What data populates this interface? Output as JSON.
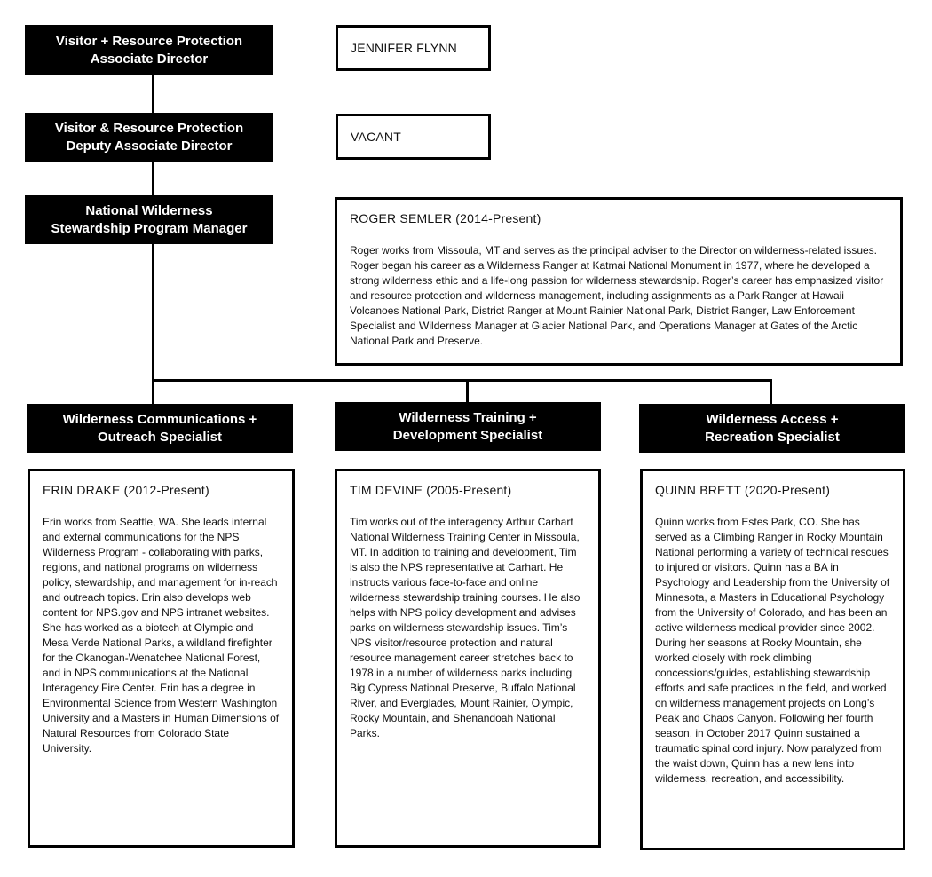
{
  "org_chart": {
    "colors": {
      "node_fill": "#000000",
      "node_text": "#ffffff",
      "box_border": "#000000",
      "background": "#ffffff"
    },
    "nodes": {
      "associate_director": {
        "role_lines": [
          "Visitor + Resource Protection",
          "Associate Director"
        ],
        "person": "JENNIFER FLYNN"
      },
      "deputy_associate_director": {
        "role_lines": [
          "Visitor & Resource Protection",
          "Deputy Associate Director"
        ],
        "person": "VACANT"
      },
      "program_manager": {
        "role_lines": [
          "National Wilderness",
          "Stewardship Program Manager"
        ],
        "person": "ROGER SEMLER (2014-Present)",
        "bio": "Roger works from Missoula, MT and serves as the principal adviser to the Director on wilderness-related issues. Roger began his career as a Wilderness Ranger at Katmai National Monument in 1977, where he developed a strong wilderness ethic and a life-long passion for wilderness stewardship. Roger’s career has emphasized visitor and resource protection and wilderness management, including assignments as a Park Ranger at Hawaii Volcanoes National Park, District Ranger at Mount Rainier National Park, District Ranger, Law Enforcement Specialist and Wilderness Manager at Glacier National Park, and Operations Manager at Gates of the Arctic National Park and Preserve."
      },
      "communications_specialist": {
        "role_lines": [
          "Wilderness Communications +",
          "Outreach Specialist"
        ],
        "person": "ERIN DRAKE (2012-Present)",
        "bio": "Erin works from Seattle, WA. She leads internal and external communications for the NPS Wilderness Program - collaborating with parks, regions, and national programs on wilderness policy, stewardship, and management for in-reach and outreach topics. Erin also develops web content for NPS.gov and NPS intranet websites. She has worked as a biotech at Olympic and Mesa Verde National Parks, a wildland firefighter for the Okanogan-Wenatchee National Forest, and in NPS communications at the National Interagency Fire Center. Erin has a degree in Environmental Science from Western Washington University and a Masters in Human Dimensions of Natural Resources from Colorado State University."
      },
      "training_specialist": {
        "role_lines": [
          "Wilderness Training +",
          "Development Specialist"
        ],
        "person": "TIM DEVINE (2005-Present)",
        "bio": "Tim works out of the interagency Arthur Carhart National Wilderness Training Center in Missoula, MT. In addition to training and development, Tim is also the NPS representative at Carhart. He instructs various face-to-face and online wilderness stewardship training courses. He also helps with NPS policy development and advises parks on wilderness stewardship issues. Tim’s NPS visitor/resource protection and natural resource management career stretches back to 1978 in a number of wilderness parks including Big Cypress National Preserve, Buffalo National River, and Everglades, Mount Rainier, Olympic, Rocky Mountain, and Shenandoah National Parks."
      },
      "access_specialist": {
        "role_lines": [
          "Wilderness Access +",
          "Recreation Specialist"
        ],
        "person": "QUINN BRETT (2020-Present)",
        "bio": "Quinn works from Estes Park, CO. She has served as a Climbing Ranger in Rocky Mountain National performing a variety of technical rescues to injured or visitors. Quinn has a BA in Psychology and Leadership from the University of Minnesota, a Masters in Educational Psychology from the University of Colorado, and has been an active wilderness medical provider since 2002. During her seasons at Rocky Mountain, she worked closely with rock climbing concessions/guides, establishing stewardship efforts and safe practices in the field, and worked on wilderness management projects on Long’s Peak and Chaos Canyon. Following her fourth season, in October 2017 Quinn sustained a traumatic spinal cord injury. Now paralyzed from the waist down, Quinn has a new lens into wilderness, recreation, and accessibility."
      }
    }
  }
}
